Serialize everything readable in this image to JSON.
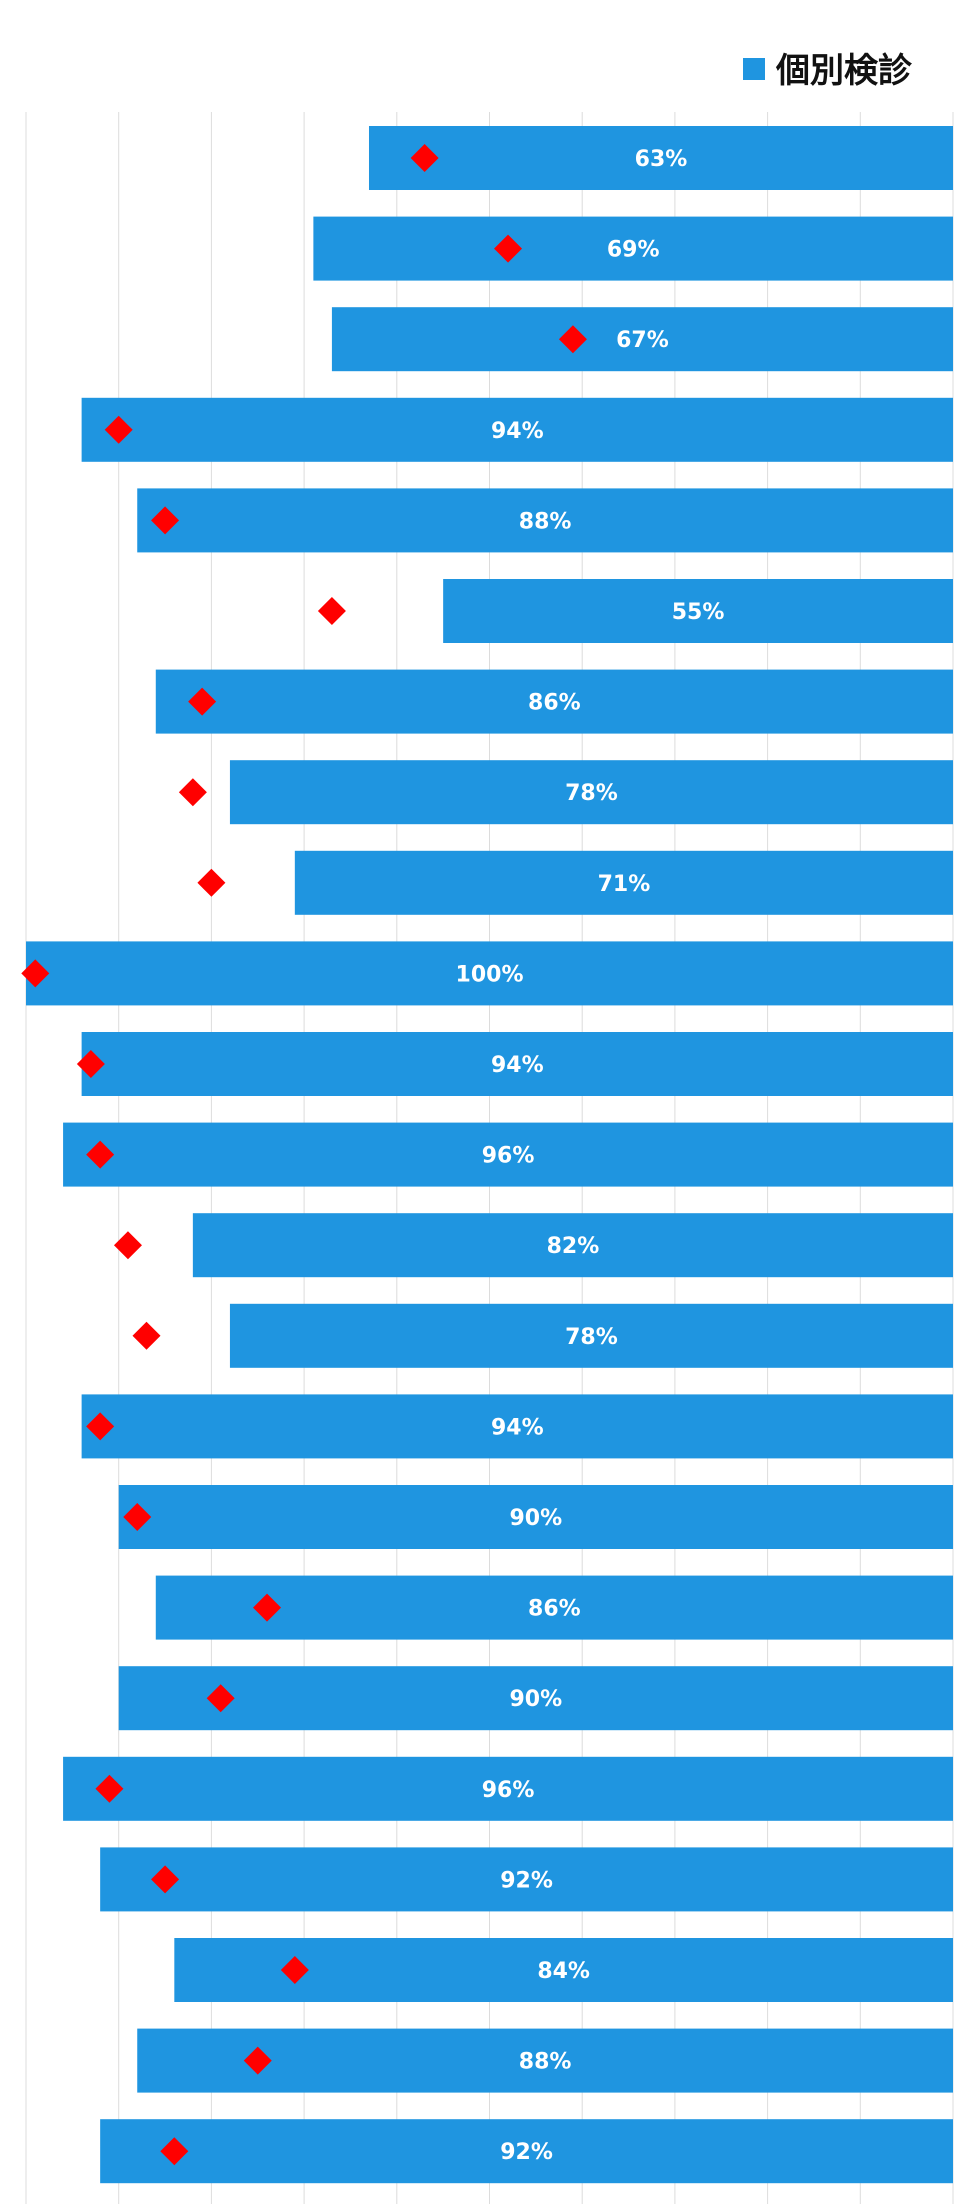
{
  "chart_data": {
    "type": "bar",
    "orientation": "horizontal",
    "direction": "right-aligned",
    "legend": {
      "label": "個別検診",
      "color": "#1f95e0",
      "position": "top-right"
    },
    "series": [
      {
        "name": "個別検診",
        "color": "#1f95e0",
        "values": [
          63,
          69,
          67,
          94,
          88,
          55,
          86,
          78,
          71,
          100,
          94,
          96,
          82,
          78,
          94,
          90,
          86,
          90,
          96,
          92,
          84,
          88,
          92
        ],
        "labels": [
          "63%",
          "69%",
          "67%",
          "94%",
          "88%",
          "55%",
          "86%",
          "78%",
          "71%",
          "100%",
          "94%",
          "96%",
          "82%",
          "78%",
          "94%",
          "90%",
          "86%",
          "90%",
          "96%",
          "92%",
          "84%",
          "88%",
          "92%"
        ]
      },
      {
        "marker": "diamond",
        "color": "#ff0000",
        "values": [
          57,
          48,
          41,
          90,
          85,
          67,
          81,
          82,
          80,
          99,
          93,
          92,
          89,
          87,
          92,
          88,
          74,
          79,
          91,
          85,
          71,
          75,
          84
        ]
      }
    ],
    "xlim": [
      0,
      100
    ],
    "grid": true,
    "gridlines": 10
  }
}
